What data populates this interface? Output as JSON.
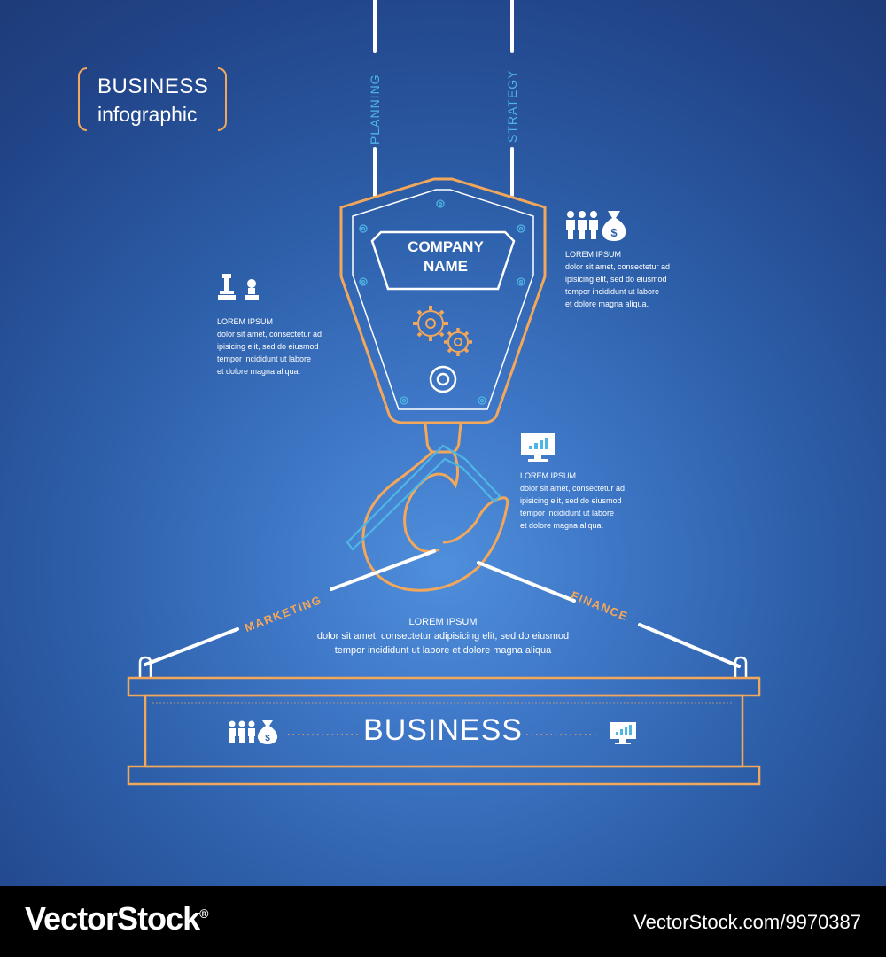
{
  "title": {
    "line1": "BUSINESS",
    "line2": "infographic"
  },
  "ropes": {
    "left_label": "PLANNING",
    "right_label": "STRATEGY"
  },
  "hook_block": {
    "label_line1": "COMPANY",
    "label_line2": "NAME"
  },
  "info_blocks": [
    {
      "id": "top-left",
      "icon": "chess-pieces-icon",
      "heading": "LOREM IPSUM",
      "body": "dolor sit amet, consectetur ad\nipisicing elit, sed do eiusmod\ntempor incididunt ut labore\net dolore magna aliqua."
    },
    {
      "id": "top-right",
      "icon": "people-money-icon",
      "heading": "LOREM IPSUM",
      "body": "dolor sit amet, consectetur ad\nipisicing elit, sed do eiusmod\ntempor incididunt ut labore\net dolore magna aliqua."
    },
    {
      "id": "middle-right",
      "icon": "monitor-chart-icon",
      "heading": "LOREM IPSUM",
      "body": "dolor sit amet, consectetur ad\nipisicing elit, sed do eiusmod\ntempor incididunt ut labore\net dolore magna aliqua."
    },
    {
      "id": "center",
      "icon": "",
      "heading": "LOREM IPSUM",
      "body": "dolor sit amet, consectetur adipisicing elit, sed do eiusmod\ntempor incididunt ut labore et dolore magna aliqua"
    }
  ],
  "sling": {
    "left_label": "MARKETING",
    "right_label": "FINANCE"
  },
  "beam": {
    "label": "BUSINESS",
    "left_icon": "people-money-icon",
    "right_icon": "monitor-chart-icon"
  },
  "footer": {
    "brand": "VectorStock",
    "brand_mark": "®",
    "image_id": "VectorStock.com/9970387"
  },
  "colors": {
    "background": "#2d5fa9",
    "outline": "#f3a75a",
    "accent": "#4eb6e4",
    "text": "#ffffff"
  }
}
